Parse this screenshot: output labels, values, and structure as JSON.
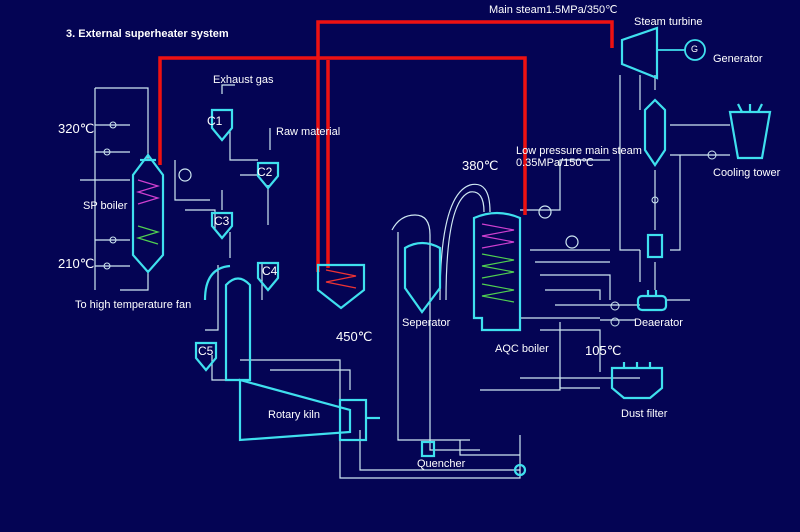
{
  "title": "3. External superheater system",
  "labels": {
    "main_steam": "Main steam1.5MPa/350℃",
    "steam_turbine": "Steam turbine",
    "generator": "Generator",
    "generator_symbol": "G",
    "exhaust_gas": "Exhaust gas",
    "raw_material": "Raw material",
    "c1": "C1",
    "c2": "C2",
    "c3": "C3",
    "c4": "C4",
    "c5": "C5",
    "temp_320": "320℃",
    "temp_210": "210℃",
    "sp_boiler": "SP boiler",
    "high_temp_fan": "To high temperature fan",
    "temp_380": "380℃",
    "low_pressure_line1": "Low pressure main steam",
    "low_pressure_line2": "0.35MPa/150℃",
    "cooling_tower": "Cooling tower",
    "temp_450": "450℃",
    "separator": "Seperator",
    "aqc_boiler": "AQC boiler",
    "deaerator": "Deaerator",
    "temp_105": "105℃",
    "dust_filter": "Dust filter",
    "rotary_kiln": "Rotary kiln",
    "quencher": "Quencher"
  },
  "colors": {
    "background": "#040454",
    "equipment": "#3fe0ee",
    "pipe": "#cfe8f2",
    "superheater_pipe": "#ee1111",
    "coil_magenta": "#d040d0",
    "coil_green": "#50d050"
  }
}
